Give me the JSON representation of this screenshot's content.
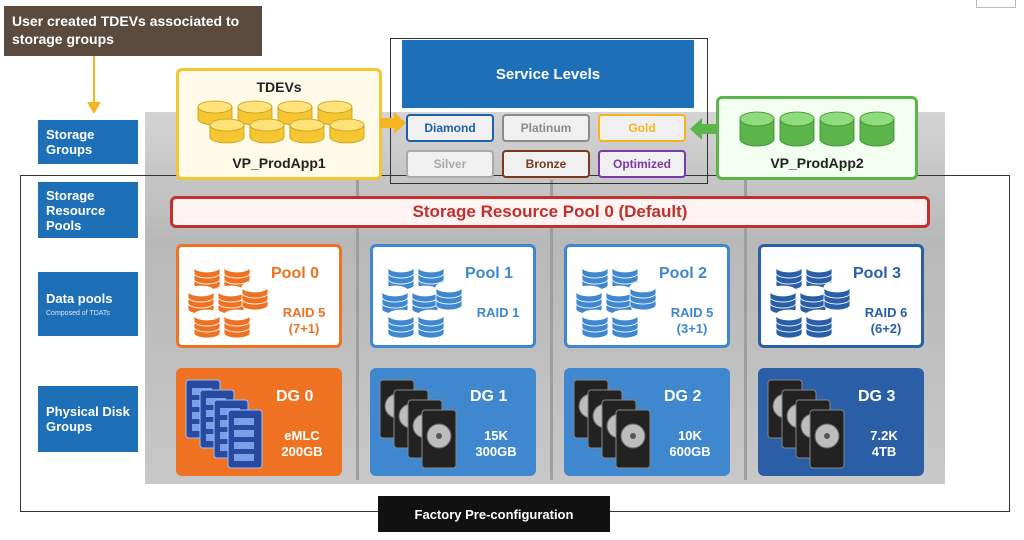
{
  "callout": {
    "text": "User created TDEVs associated to storage groups"
  },
  "side_labels": {
    "storage_groups": "Storage Groups",
    "storage_resource_pools": "Storage Resource Pools",
    "data_pools": "Data pools",
    "data_pools_sub": "Composed of TDATs",
    "physical_disk_groups": "Physical Disk Groups"
  },
  "tdevs": {
    "title": "TDEVs",
    "group1": "VP_ProdApp1",
    "group2": "VP_ProdApp2"
  },
  "service_levels": {
    "title": "Service Levels",
    "items": [
      {
        "label": "Diamond",
        "color": "#1d5fa8"
      },
      {
        "label": "Platinum",
        "color": "#8a8a8a"
      },
      {
        "label": "Gold",
        "color": "#f5b521"
      },
      {
        "label": "Silver",
        "color": "#a9a9a9"
      },
      {
        "label": "Bronze",
        "color": "#7a3a1e"
      },
      {
        "label": "Optimized",
        "color": "#7a3aa6"
      }
    ]
  },
  "srp": {
    "label": "Storage Resource Pool 0 (Default)",
    "color": "#c0302c"
  },
  "pools": [
    {
      "name": "Pool 0",
      "raid": "RAID 5",
      "config": "(7+1)",
      "color": "#ee7222"
    },
    {
      "name": "Pool 1",
      "raid": "RAID 1",
      "config": "",
      "color": "#3f87cf"
    },
    {
      "name": "Pool 2",
      "raid": "RAID 5",
      "config": "(3+1)",
      "color": "#3f87cf"
    },
    {
      "name": "Pool 3",
      "raid": "RAID 6",
      "config": "(6+2)",
      "color": "#2a5fa8"
    }
  ],
  "disk_groups": [
    {
      "name": "DG 0",
      "spec1": "eMLC",
      "spec2": "200GB",
      "color": "#ee7222",
      "kind": "flash"
    },
    {
      "name": "DG 1",
      "spec1": "15K",
      "spec2": "300GB",
      "color": "#3f87cf",
      "kind": "hdd"
    },
    {
      "name": "DG 2",
      "spec1": "10K",
      "spec2": "600GB",
      "color": "#3f87cf",
      "kind": "hdd"
    },
    {
      "name": "DG 3",
      "spec1": "7.2K",
      "spec2": "4TB",
      "color": "#2a5fa8",
      "kind": "hdd"
    }
  ],
  "factory": {
    "label": "Factory Pre-configuration"
  },
  "colors": {
    "side_label_bg": "#1d6fb8",
    "tdev_yellow": "#f5c532",
    "prod2_green": "#5bb54a"
  }
}
